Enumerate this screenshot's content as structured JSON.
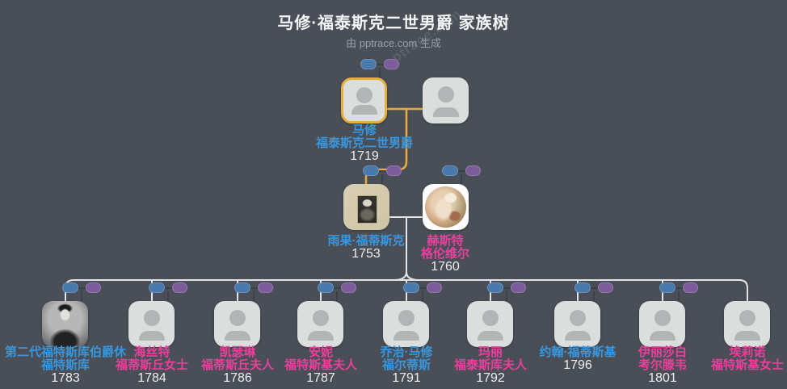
{
  "header": {
    "title": "马修·福泰斯克二世男爵 家族树",
    "subtitle": "由 pptrace.com 生成"
  },
  "watermark": "pptrace.com",
  "colors": {
    "background": "#4a4f57",
    "male": "#3797e0",
    "female": "#ec3f9d",
    "highlight": "#e7ae3e",
    "line": "#e3e6e8",
    "pill_blue": "#4a7aab",
    "pill_purple": "#7d5c9b"
  },
  "icons": {
    "placeholder": "person-silhouette",
    "pill_blue_meaning": "collapsed-male-relative",
    "pill_purple_meaning": "collapsed-female-relative"
  },
  "people": {
    "matthew": {
      "name1": "马修",
      "name2": "福泰斯克二世男爵",
      "year": "1719",
      "gender": "male",
      "selected": true
    },
    "matthew_spouse": {
      "name1": "",
      "name2": "",
      "year": "",
      "gender": "unknown"
    },
    "hugo": {
      "name1": "雨果·福蒂斯克",
      "name2": "",
      "year": "1753",
      "gender": "male"
    },
    "hester": {
      "name1": "赫斯特",
      "name2": "格伦维尔",
      "year": "1760",
      "gender": "female"
    },
    "children": [
      {
        "name1": "第二代福特斯库伯爵休",
        "name2": "福特斯库",
        "year": "1783",
        "gender": "male"
      },
      {
        "name1": "海丝特",
        "name2": "福蒂斯丘女士",
        "year": "1784",
        "gender": "female"
      },
      {
        "name1": "凯瑟琳",
        "name2": "福蒂斯丘夫人",
        "year": "1786",
        "gender": "female"
      },
      {
        "name1": "安妮",
        "name2": "福特斯基夫人",
        "year": "1787",
        "gender": "female"
      },
      {
        "name1": "乔治·马修",
        "name2": "福尔蒂斯",
        "year": "1791",
        "gender": "male"
      },
      {
        "name1": "玛丽",
        "name2": "福泰斯库夫人",
        "year": "1792",
        "gender": "female"
      },
      {
        "name1": "约翰·福蒂斯基",
        "name2": "",
        "year": "1796",
        "gender": "male"
      },
      {
        "name1": "伊丽莎白",
        "name2": "考尔滕韦",
        "year": "1801",
        "gender": "female"
      },
      {
        "name1": "埃莉诺",
        "name2": "福特斯基女士",
        "year": "",
        "gender": "female"
      }
    ]
  }
}
